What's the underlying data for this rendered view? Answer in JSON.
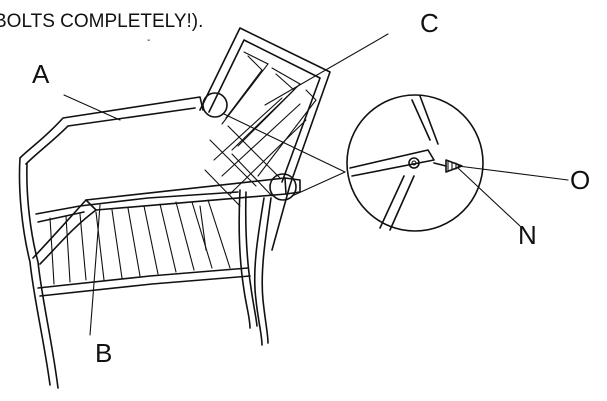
{
  "caption": "BOLTS COMPLETELY!).",
  "labels": {
    "a": "A",
    "b": "B",
    "c": "C",
    "n": "N",
    "o": "O"
  },
  "colors": {
    "ink": "#111111",
    "background": "#ffffff"
  }
}
